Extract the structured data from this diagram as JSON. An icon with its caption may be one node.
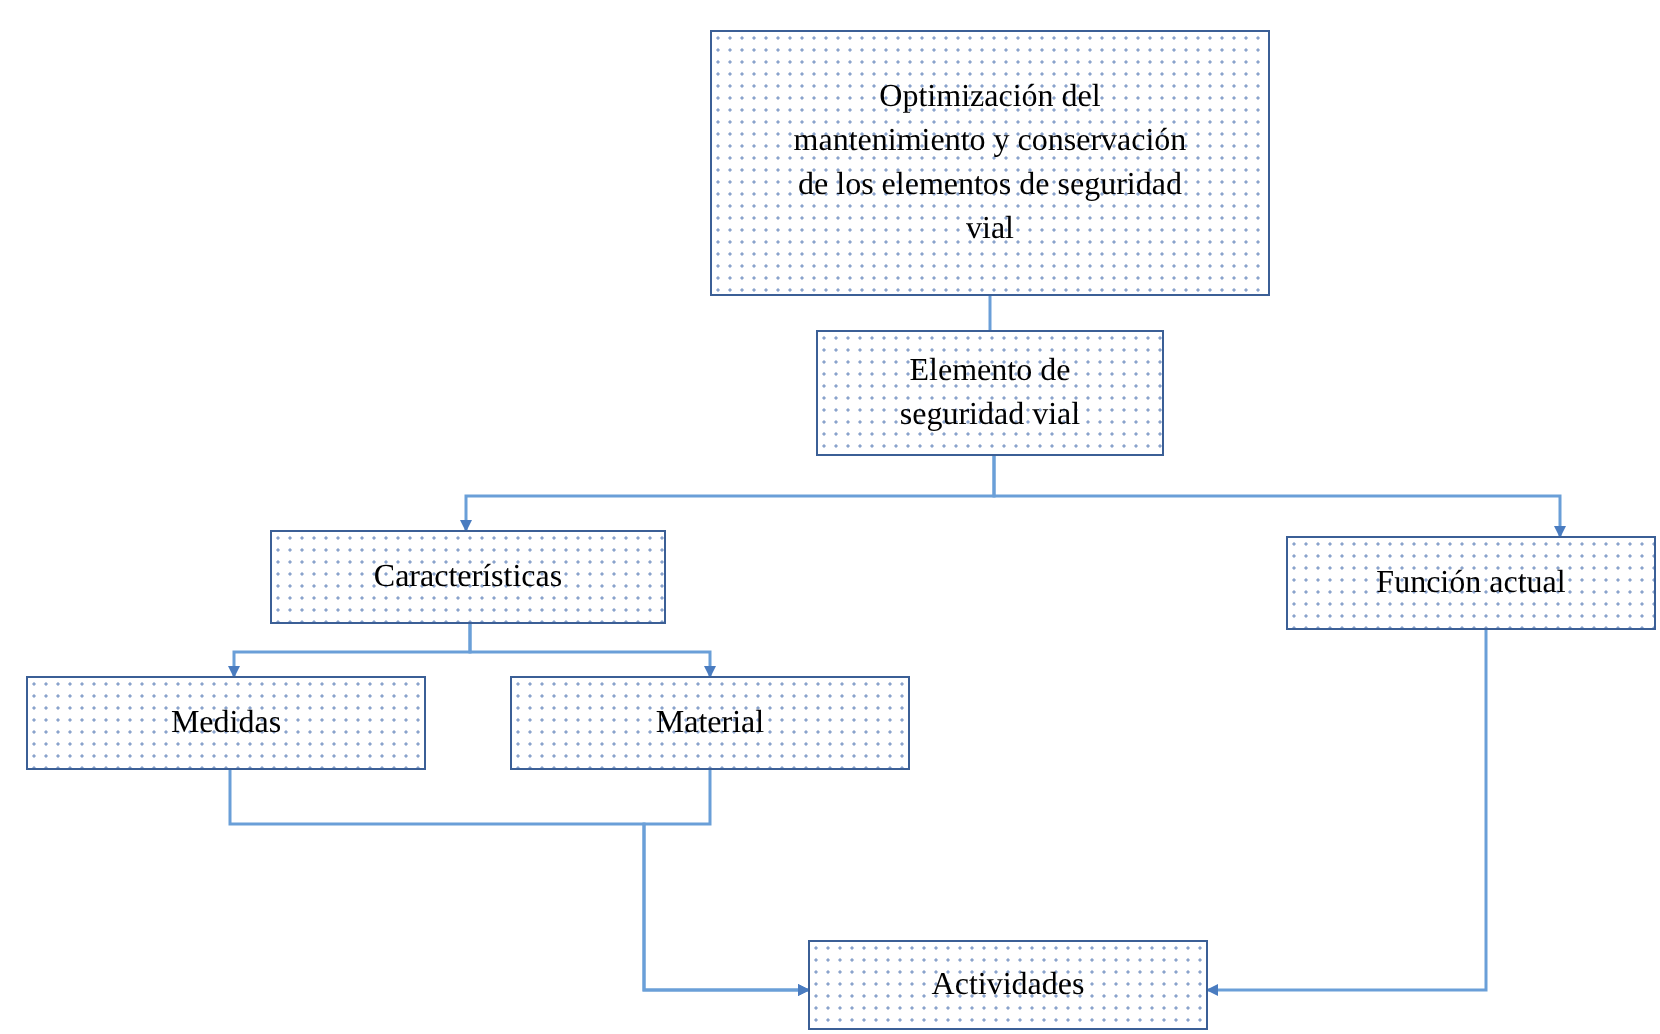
{
  "diagram": {
    "nodes": [
      {
        "text": [
          "Optimización del mantenimiento y conservación de los elementos de seguridad vial"
        ]
      },
      {
        "text": [
          "Elemento de seguridad vial"
        ]
      },
      {
        "text": [
          "Características"
        ]
      },
      {
        "text": [
          "Función actual"
        ]
      },
      {
        "text": [
          "Medidas"
        ]
      },
      {
        "text": [
          "Material"
        ]
      },
      {
        "text": [
          "Actividades"
        ]
      }
    ],
    "edges": [
      {
        "from": 0,
        "to": 1,
        "arrow": "none"
      },
      {
        "from": 1,
        "to": 2,
        "arrow": "to"
      },
      {
        "from": 1,
        "to": 3,
        "arrow": "to"
      },
      {
        "from": 2,
        "to": 4,
        "arrow": "to"
      },
      {
        "from": 2,
        "to": 5,
        "arrow": "to"
      },
      {
        "from": 4,
        "to": 6,
        "arrow": "to"
      },
      {
        "from": 5,
        "to": 6,
        "arrow": "to"
      },
      {
        "from": 3,
        "to": 6,
        "arrow": "to"
      }
    ]
  }
}
